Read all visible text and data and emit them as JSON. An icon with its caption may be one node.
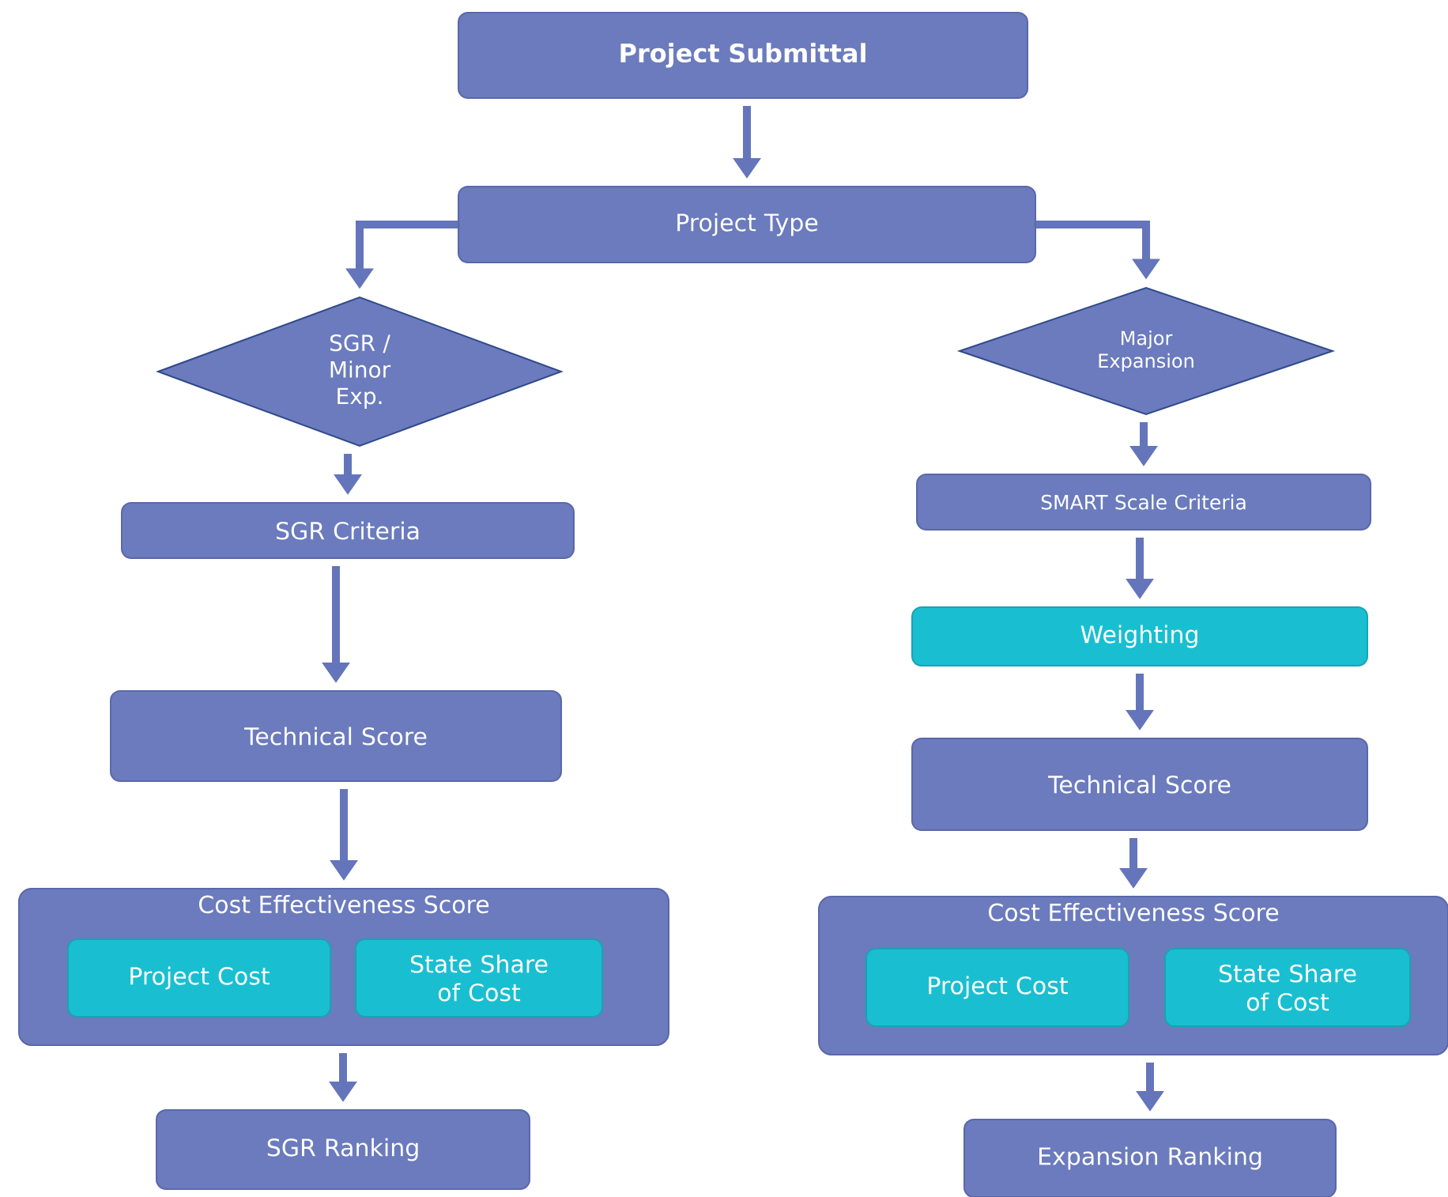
{
  "diagram": {
    "nodes": [
      {
        "text": [
          "Project Submittal"
        ]
      },
      {
        "text": [
          "Project Type"
        ]
      },
      {
        "text": [
          "SGR / Minor Exp."
        ]
      },
      {
        "text": [
          "Major Expansion"
        ]
      },
      {
        "text": [
          "SGR Criteria"
        ]
      },
      {
        "text": [
          "SMART Scale Criteria"
        ]
      },
      {
        "text": [
          "Weighting"
        ]
      },
      {
        "text": [
          "Technical Score"
        ]
      },
      {
        "text": [
          "Technical Score"
        ]
      },
      {
        "text": [
          "Cost Effectiveness Score"
        ]
      },
      {
        "text": [
          "Project Cost"
        ],
        "in": 9
      },
      {
        "text": [
          "State Share of Cost"
        ],
        "in": 9
      },
      {
        "text": [
          "Cost Effectiveness Score"
        ]
      },
      {
        "text": [
          "Project Cost"
        ],
        "in": 12
      },
      {
        "text": [
          "State Share of Cost"
        ],
        "in": 12
      },
      {
        "text": [
          "SGR Ranking"
        ]
      },
      {
        "text": [
          "Expansion Ranking"
        ]
      }
    ],
    "edges": [
      {
        "from": 0,
        "to": 1,
        "arrow": "to"
      },
      {
        "from": 1,
        "to": 2,
        "arrow": "to"
      },
      {
        "from": 1,
        "to": 3,
        "arrow": "to"
      },
      {
        "from": 2,
        "to": 4,
        "arrow": "to"
      },
      {
        "from": 3,
        "to": 5,
        "arrow": "to"
      },
      {
        "from": 4,
        "to": 7,
        "arrow": "to"
      },
      {
        "from": 5,
        "to": 6,
        "arrow": "to"
      },
      {
        "from": 6,
        "to": 8,
        "arrow": "to"
      },
      {
        "from": 7,
        "to": 9,
        "arrow": "to"
      },
      {
        "from": 8,
        "to": 12,
        "arrow": "to"
      },
      {
        "from": 9,
        "to": 15,
        "arrow": "to"
      },
      {
        "from": 12,
        "to": 16,
        "arrow": "to"
      }
    ]
  }
}
